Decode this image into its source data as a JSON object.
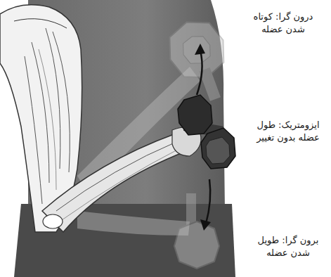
{
  "diagram": {
    "labels": [
      "درون گرا: کوتاه شدن عضله",
      "ایزومتریک: طول عضله بدون تغییر",
      "برون گرا: طویل شدن عضله"
    ]
  }
}
